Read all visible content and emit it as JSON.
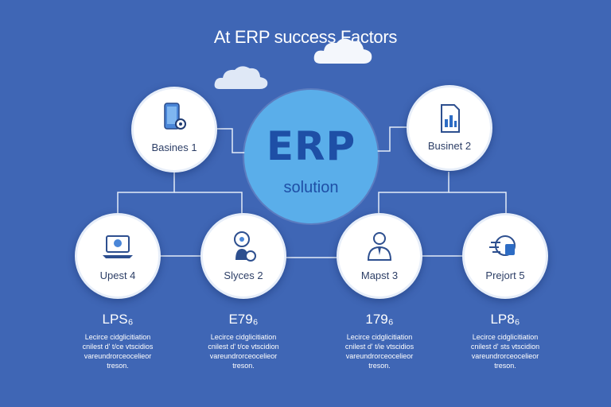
{
  "title": "At ERP success Factors",
  "center": {
    "title": "ERP",
    "subtitle": "solution"
  },
  "top_nodes": [
    {
      "label": "Basines 1",
      "icon": "phone-icon"
    },
    {
      "label": "Businet 2",
      "icon": "document-chart-icon"
    }
  ],
  "bottom_nodes": [
    {
      "label": "Upest 4",
      "icon": "laptop-icon",
      "metric": "LPS₆",
      "desc": [
        "Lecirce cidglicitiation",
        "cnilest d' t/ce vtscidios",
        "vareundrorceocelieor",
        "treson."
      ]
    },
    {
      "label": "Slyces 2",
      "icon": "person-idea-icon",
      "metric": "E79₆",
      "desc": [
        "Lecirce cidglicitiation",
        "cnilest d' t/ce vtscidion",
        "vareundrorceocelieor",
        "treson."
      ]
    },
    {
      "label": "Mapst 3",
      "icon": "businessman-icon",
      "metric": "179₆",
      "desc": [
        "Lecirce cidglicitiation",
        "cnilest d' t/ie vtscidios",
        "vareundrorceocelieor",
        "treson."
      ]
    },
    {
      "label": "Prejort 5",
      "icon": "project-icon",
      "metric": "LP8₆",
      "desc": [
        "Lecirce cidglicitiation",
        "cnilest d' sts vtscidion",
        "vareundrorceocelieor",
        "treson."
      ]
    }
  ],
  "colors": {
    "background": "#3f66b5",
    "center": "#5aaeea",
    "accent": "#1e4fa6",
    "line": "#e4ecf8"
  }
}
